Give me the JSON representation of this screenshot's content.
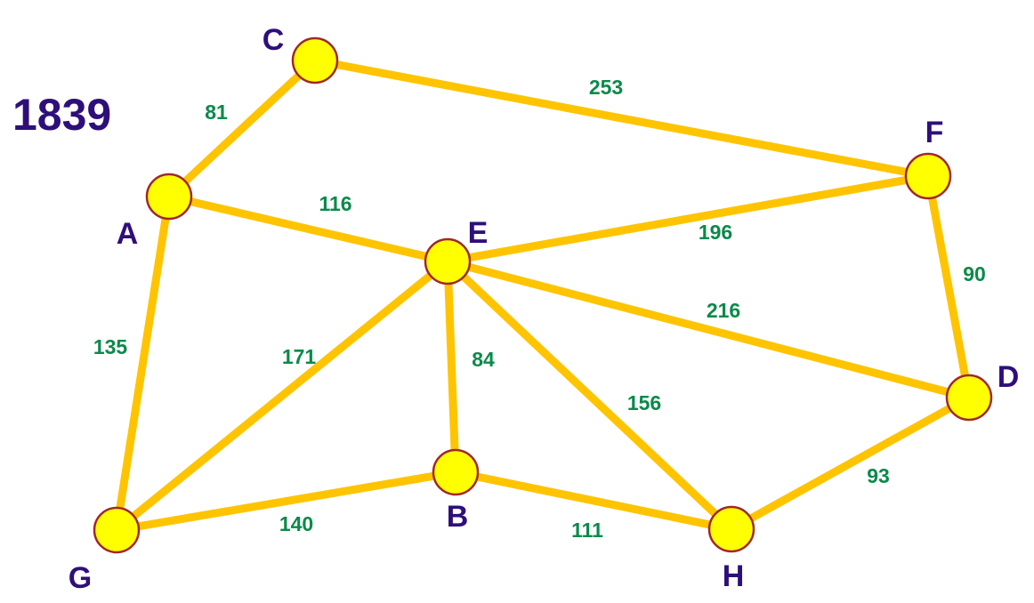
{
  "title": "1839",
  "colors": {
    "edge": "#FFC400",
    "node_fill": "#FFFF00",
    "node_stroke": "#A0282A",
    "node_label": "#2E0F7A",
    "weight_label": "#0A8A4A",
    "title": "#2E0F7A"
  },
  "nodes": [
    {
      "id": "A",
      "label": "A"
    },
    {
      "id": "B",
      "label": "B"
    },
    {
      "id": "C",
      "label": "C"
    },
    {
      "id": "D",
      "label": "D"
    },
    {
      "id": "E",
      "label": "E"
    },
    {
      "id": "F",
      "label": "F"
    },
    {
      "id": "G",
      "label": "G"
    },
    {
      "id": "H",
      "label": "H"
    }
  ],
  "edges": [
    {
      "from": "A",
      "to": "C",
      "weight": "81"
    },
    {
      "from": "C",
      "to": "F",
      "weight": "253"
    },
    {
      "from": "A",
      "to": "E",
      "weight": "116"
    },
    {
      "from": "E",
      "to": "F",
      "weight": "196"
    },
    {
      "from": "F",
      "to": "D",
      "weight": "90"
    },
    {
      "from": "E",
      "to": "D",
      "weight": "216"
    },
    {
      "from": "A",
      "to": "G",
      "weight": "135"
    },
    {
      "from": "E",
      "to": "G",
      "weight": "171"
    },
    {
      "from": "E",
      "to": "B",
      "weight": "84"
    },
    {
      "from": "E",
      "to": "H",
      "weight": "156"
    },
    {
      "from": "G",
      "to": "B",
      "weight": "140"
    },
    {
      "from": "B",
      "to": "H",
      "weight": "111"
    },
    {
      "from": "H",
      "to": "D",
      "weight": "93"
    }
  ]
}
